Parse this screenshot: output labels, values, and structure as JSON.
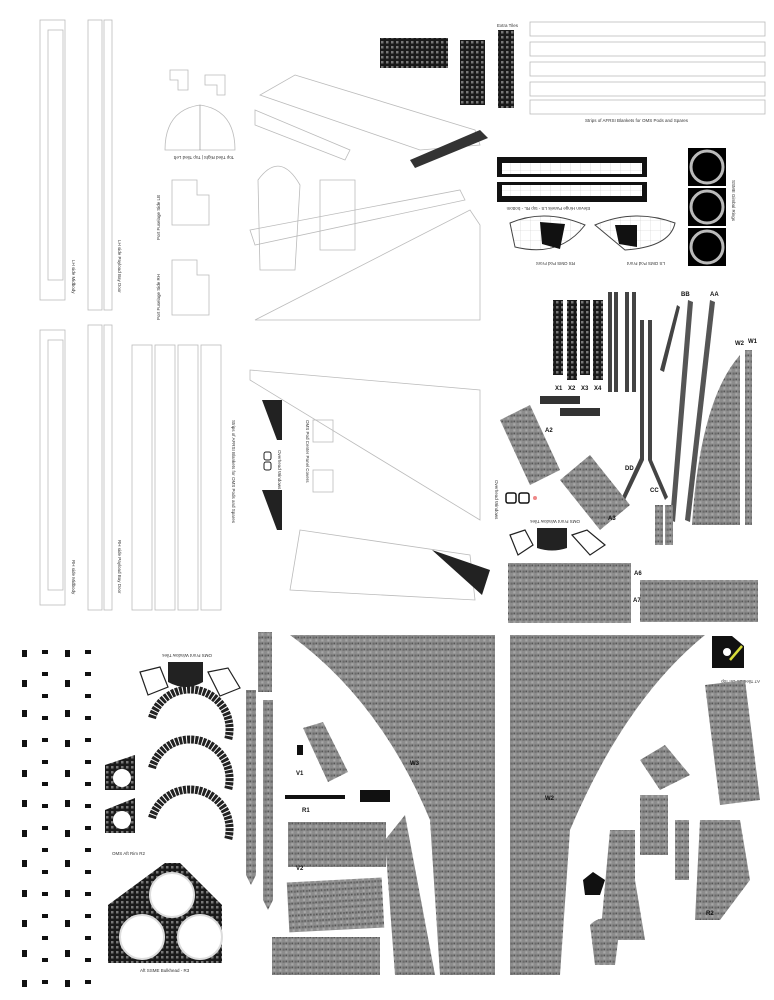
{
  "sheet": {
    "labels": {
      "afrsi_strips_top": "Strips of AFRSI Blankets for OMS Pods and Spares",
      "afrsi_strips_left": "Strips of AFRSI Blankets for OMS Pods and Spares",
      "extra_tiles": "Extra Tiles",
      "top_tiled_right_left": "Top Tiled Right | Top Tiled Left",
      "lh_midbody": "LH side Midbody",
      "lh_payload_door": "LH side Payload Bay Door",
      "rh_midbody": "RH side Midbody",
      "rh_payload_door": "RH side Payload Bay Door",
      "port_fuselage_lb": "Port Fuselage Side LB",
      "port_fuselage_rh": "Port Fuselage Side RH",
      "elevon_hinge": "Elevon Hinge Panels LS - top RL - bottom",
      "ls_oms_front": "LS OMS Pod Front",
      "rs_oms_front": "RS OMS Pod Front",
      "ssme_gimbal": "SSME Gimbal Rings",
      "pod_center_covers": "OMS Pod Center Panel Covers",
      "overhead_windows": "Overhead Windows",
      "oms_front_window_top": "OMS Front Window Tiles",
      "oms_front_window_bottom": "OMS Front Window Tiles",
      "oms_aft_rim": "OMS Aft Rim R2",
      "aft_ssme_bulkhead": "Aft SSME Bulkhead - R3",
      "a7_tiles_top": "A7 Tiles Go On Top"
    },
    "part_codes": {
      "a7": "A7",
      "a6": "A6",
      "a2": "A2",
      "a3": "A3",
      "w1": "W1",
      "w2": "W2",
      "w3": "W3",
      "w2b": "W2",
      "aa": "AA",
      "bb": "BB",
      "cc": "CC",
      "dd": "DD",
      "x1": "X1",
      "x2": "X2",
      "x3": "X3",
      "x4": "X4",
      "r1": "R1",
      "r2": "R2",
      "v1": "V1",
      "v2": "V2"
    },
    "colors": {
      "paper": "#ffffff",
      "tile_gray": "#8a8a8a",
      "tile_black": "#111111",
      "outline": "#bbbbbb",
      "accent_yellow": "#d8dc3a"
    }
  }
}
